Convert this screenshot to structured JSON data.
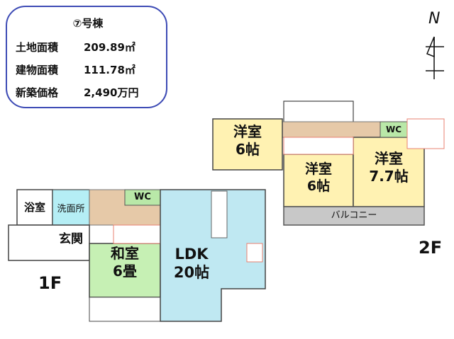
{
  "info": {
    "building": "⑦号棟",
    "rows": [
      {
        "label": "土地面積",
        "value": "209.89㎡"
      },
      {
        "label": "建物面積",
        "value": "111.78㎡"
      },
      {
        "label": "新築価格",
        "value": "2,490万円"
      }
    ]
  },
  "compass": {
    "letter": "N"
  },
  "floors": {
    "first": {
      "label": "1F",
      "rooms": {
        "bath": "浴室",
        "washroom": "洗面所",
        "wc": "WC",
        "entrance": "玄関",
        "washitsu_name": "和室",
        "washitsu_size": "6畳",
        "ldk_name": "LDK",
        "ldk_size": "20帖"
      }
    },
    "second": {
      "label": "2F",
      "rooms": {
        "west_name": "洋室",
        "west_size": "6帖",
        "middle_name": "洋室",
        "middle_size": "6帖",
        "east_name": "洋室",
        "east_size": "7.7帖",
        "wc": "WC",
        "balcony": "バルコニー"
      }
    }
  },
  "colors": {
    "frame": "#3d4bb5",
    "western_room": "#fff2b2",
    "ldk": "#bfe8f2",
    "washitsu": "#c6f0b4",
    "wc": "#b9e8a8",
    "washroom": "#b5eef5",
    "hallway": "#e6c9a8",
    "balcony": "#c8c8c8",
    "tile": "#e88070"
  }
}
